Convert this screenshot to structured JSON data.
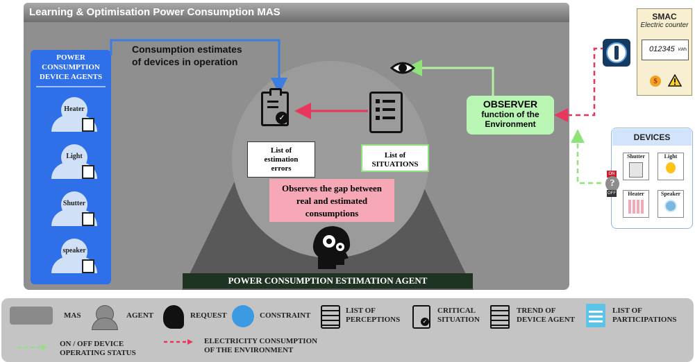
{
  "title": "Learning & Optimisation Power Consumption MAS",
  "device_agents": {
    "title_lines": [
      "POWER",
      "CONSUMPTION",
      "DEVICE AGENTS"
    ],
    "items": [
      {
        "label": "Heater"
      },
      {
        "label": "Light"
      },
      {
        "label": "Shutter"
      },
      {
        "label": "speaker"
      }
    ]
  },
  "consumption_estimates": {
    "line1": "Consumption estimates",
    "line2": "of devices in operation"
  },
  "estimation_errors": {
    "line1": "List of",
    "line2": "estimation",
    "line3": "errors"
  },
  "situations": {
    "line1": "List of",
    "line2": "SITUATIONS"
  },
  "gap_box": {
    "line1": "Observes the gap between",
    "line2": "real and estimated",
    "line3": "consumptions"
  },
  "estimation_agent": "POWER CONSUMPTION ESTIMATION AGENT",
  "observer": {
    "line1": "OBSERVER",
    "line2": "function of the",
    "line3": "Environment"
  },
  "smac": {
    "title": "SMAC",
    "subtitle": "Electric counter",
    "reading": "012345",
    "unit": "kWh"
  },
  "devices": {
    "title": "DEVICES",
    "tiles": [
      {
        "label": "Shutter"
      },
      {
        "label": "Light"
      },
      {
        "label": "Heater"
      },
      {
        "label": "Speaker"
      }
    ],
    "switch_on": "ON",
    "switch_off": "OFF"
  },
  "legend": {
    "mas": "MAS",
    "agent": "AGENT",
    "request": "REQUEST",
    "constraint": "CONSTRAINT",
    "perceptions": {
      "line1": "LIST OF",
      "line2": "PERCEPTIONS"
    },
    "critical": {
      "line1": "CRITICAL",
      "line2": "SITUATION"
    },
    "trend": {
      "line1": "TREND OF",
      "line2": "DEVICE AGENT"
    },
    "participations": {
      "line1": "LIST OF",
      "line2": "PARTICIPATIONS"
    },
    "onoff": {
      "line1": "ON / OFF DEVICE",
      "line2": "OPERATING STATUS"
    },
    "electricity": {
      "line1": "ELECTRICITY CONSUMPTION",
      "line2": "OF THE ENVIRONMENT"
    }
  },
  "colors": {
    "mas_gray": "#8f8f8f",
    "device_agent_blue": "#2f6fe8",
    "observer_green": "#b9f5b3",
    "gap_pink": "#f6a8b7",
    "arrow_red": "#e8365d",
    "arrow_green": "#8fe37a",
    "arrow_blue": "#3b7de0"
  }
}
